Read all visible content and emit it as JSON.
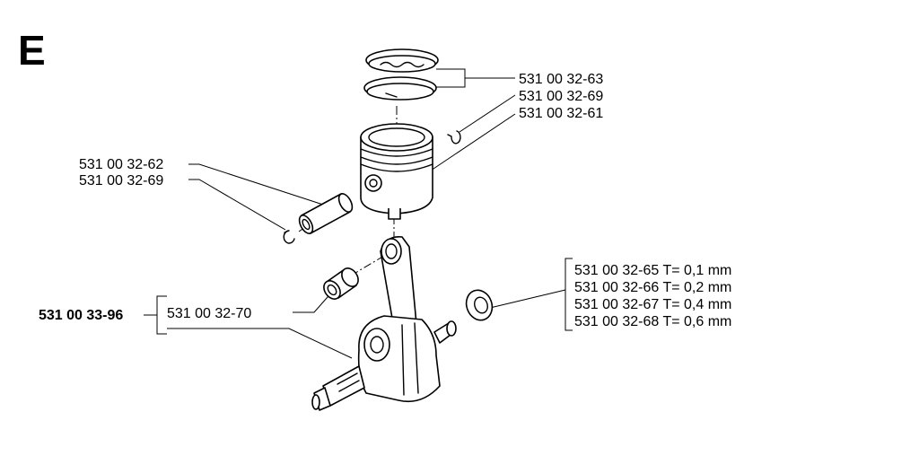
{
  "section_letter": "E",
  "assembly_part_number": "531 00 33-96",
  "labels": {
    "ring": "531 00 32-63",
    "circlip_right": "531 00 32-69",
    "piston": "531 00 32-61",
    "pin": "531 00 32-62",
    "circlip_left": "531 00 32-69",
    "bearing": "531 00 32-70",
    "washers": [
      "531 00 32-65 T= 0,1 mm",
      "531 00 32-66 T= 0,2 mm",
      "531 00 32-67 T= 0,4 mm",
      "531 00 32-68 T= 0,6 mm"
    ]
  }
}
